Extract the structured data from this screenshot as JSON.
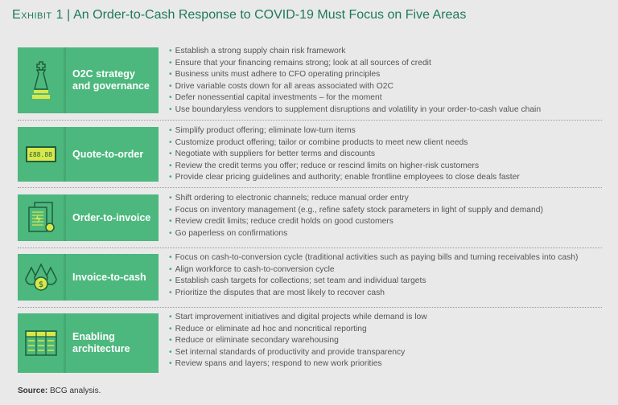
{
  "title": {
    "exhibit": "Exhibit 1",
    "separator": "|",
    "text": "An Order-to-Cash Response to COVID-19 Must Focus on Five Areas"
  },
  "areas": [
    {
      "label": "O2C strategy and governance",
      "icon": "chess-king-icon",
      "bullets": [
        "Establish a strong supply chain risk framework",
        "Ensure that your financing remains strong; look at all sources of credit",
        "Business units must adhere to CFO operating principles",
        "Drive variable costs down for all areas associated with O2C",
        "Defer nonessential capital investments – for the moment",
        "Use boundaryless vendors to supplement disruptions and volatility in your order-to-cash value chain"
      ]
    },
    {
      "label": "Quote-to-order",
      "icon": "price-display-icon",
      "icon_text": "£88.88",
      "bullets": [
        "Simplify product offering; eliminate low-turn items",
        "Customize product offering; tailor or combine products to meet new client needs",
        "Negotiate with suppliers for better terms and discounts",
        "Review the credit terms you offer; reduce or rescind limits on higher-risk customers",
        "Provide clear pricing guidelines and authority; enable frontline employees to close deals faster"
      ]
    },
    {
      "label": "Order-to-invoice",
      "icon": "invoice-document-icon",
      "bullets": [
        "Shift ordering to electronic channels; reduce manual order entry",
        "Focus on inventory management (e.g., refine safety stock parameters in light of supply and demand)",
        "Review credit limits; reduce credit holds on good customers",
        "Go paperless on confirmations"
      ]
    },
    {
      "label": "Invoice-to-cash",
      "icon": "cash-drops-icon",
      "bullets": [
        "Focus on cash-to-conversion cycle (traditional activities such as paying bills and turning receivables into cash)",
        "Align workforce to cash-to-conversion cycle",
        "Establish cash targets for collections; set team and individual targets",
        "Prioritize the disputes that are most likely to recover cash"
      ]
    },
    {
      "label": "Enabling architecture",
      "icon": "spreadsheet-icon",
      "bullets": [
        "Start improvement initiatives and digital projects while demand is low",
        "Reduce or eliminate ad hoc and noncritical reporting",
        "Reduce or eliminate secondary warehousing",
        "Set internal standards of productivity and provide transparency",
        "Review spans and layers; respond to new work priorities"
      ]
    }
  ],
  "source": {
    "label": "Source:",
    "text": "BCG analysis."
  },
  "colors": {
    "green": "#4cb87d",
    "title": "#1f7a55",
    "yellow": "#d8e84a",
    "dark": "#1e5e3c"
  }
}
